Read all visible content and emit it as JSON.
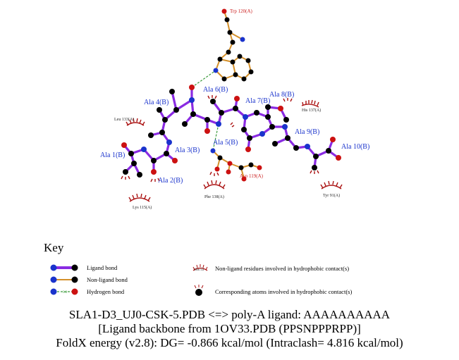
{
  "residues": {
    "ala1": "Ala 1(B)",
    "ala2": "Ala 2(B)",
    "ala3": "Ala 3(B)",
    "ala4": "Ala 4(B)",
    "ala5": "Ala 5(B)",
    "ala6": "Ala 6(B)",
    "ala7": "Ala 7(B)",
    "ala8": "Ala 8(B)",
    "ala9": "Ala 9(B)",
    "ala10": "Ala 10(B)",
    "trp120": "Trp 120(A)",
    "asp119": "Asp 119(A)",
    "leu133": "Leu 133(A)",
    "his137": "His 137(A)",
    "lys115": "Lys 115(A)",
    "phe138": "Phe 138(A)",
    "tyr91": "Tyr 91(A)"
  },
  "key": {
    "title": "Key",
    "ligand_bond": "Ligand bond",
    "nonligand_bond": "Non-ligand bond",
    "hydrogen_bond": "Hydrogen bond",
    "hbond_dist": "3.0",
    "nonligand_residues": "Non-ligand residues involved in hydrophobic contact(s)",
    "his_example": "His 53",
    "corresponding_atoms": "Corresponding atoms involved in hydrophobic contact(s)"
  },
  "caption": {
    "line1": "SLA1-D3_UJ0-CSK-5.PDB <=> poly-A ligand: AAAAAAAAAA",
    "line2": "[Ligand backbone from 1OV33.PDB (PPSNPPPRPP)]",
    "line3": "FoldX energy (v2.8): DG= -0.866 kcal/mol (Intraclash= 4.816 kcal/mol)"
  },
  "colors": {
    "ligand_bond": "#8a2be2",
    "nonligand_bond": "#d4902a",
    "hbond": "#3a9a3a",
    "carbon": "#000000",
    "nitrogen": "#1a33cc",
    "oxygen": "#cc1111",
    "label_blue": "#1a33cc",
    "label_red": "#cc2222",
    "arc": "#aa1111"
  }
}
